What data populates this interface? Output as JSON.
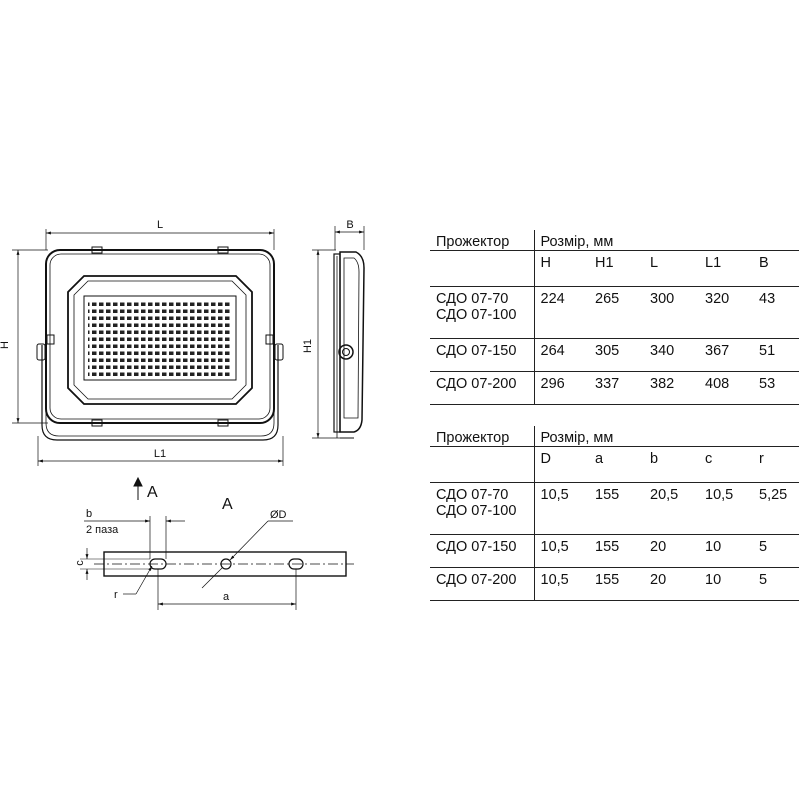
{
  "drawing": {
    "labels": {
      "L": "L",
      "H": "H",
      "L1": "L1",
      "B": "B",
      "H1": "H1",
      "arrow_a": "A",
      "view_a": "A",
      "b": "b",
      "slots": "2 паза",
      "c": "c",
      "r": "r",
      "a": "a",
      "diameter": "ØD"
    }
  },
  "tables": [
    {
      "header": {
        "col1": "Прожектор",
        "col2": "Розмір, мм"
      },
      "columns": [
        "H",
        "H1",
        "L",
        "L1",
        "B"
      ],
      "rows": [
        {
          "model": [
            "СДО 07-70",
            "СДО 07-100"
          ],
          "values": [
            "224",
            "265",
            "300",
            "320",
            "43"
          ]
        },
        {
          "model": [
            "СДО 07-150"
          ],
          "values": [
            "264",
            "305",
            "340",
            "367",
            "51"
          ]
        },
        {
          "model": [
            "СДО 07-200"
          ],
          "values": [
            "296",
            "337",
            "382",
            "408",
            "53"
          ]
        }
      ]
    },
    {
      "header": {
        "col1": "Прожектор",
        "col2": "Розмір, мм"
      },
      "columns": [
        "D",
        "a",
        "b",
        "c",
        "r"
      ],
      "rows": [
        {
          "model": [
            "СДО 07-70",
            "СДО 07-100"
          ],
          "values": [
            "10,5",
            "155",
            "20,5",
            "10,5",
            "5,25"
          ]
        },
        {
          "model": [
            "СДО 07-150"
          ],
          "values": [
            "10,5",
            "155",
            "20",
            "10",
            "5"
          ]
        },
        {
          "model": [
            "СДО 07-200"
          ],
          "values": [
            "10,5",
            "155",
            "20",
            "10",
            "5"
          ]
        }
      ]
    }
  ]
}
